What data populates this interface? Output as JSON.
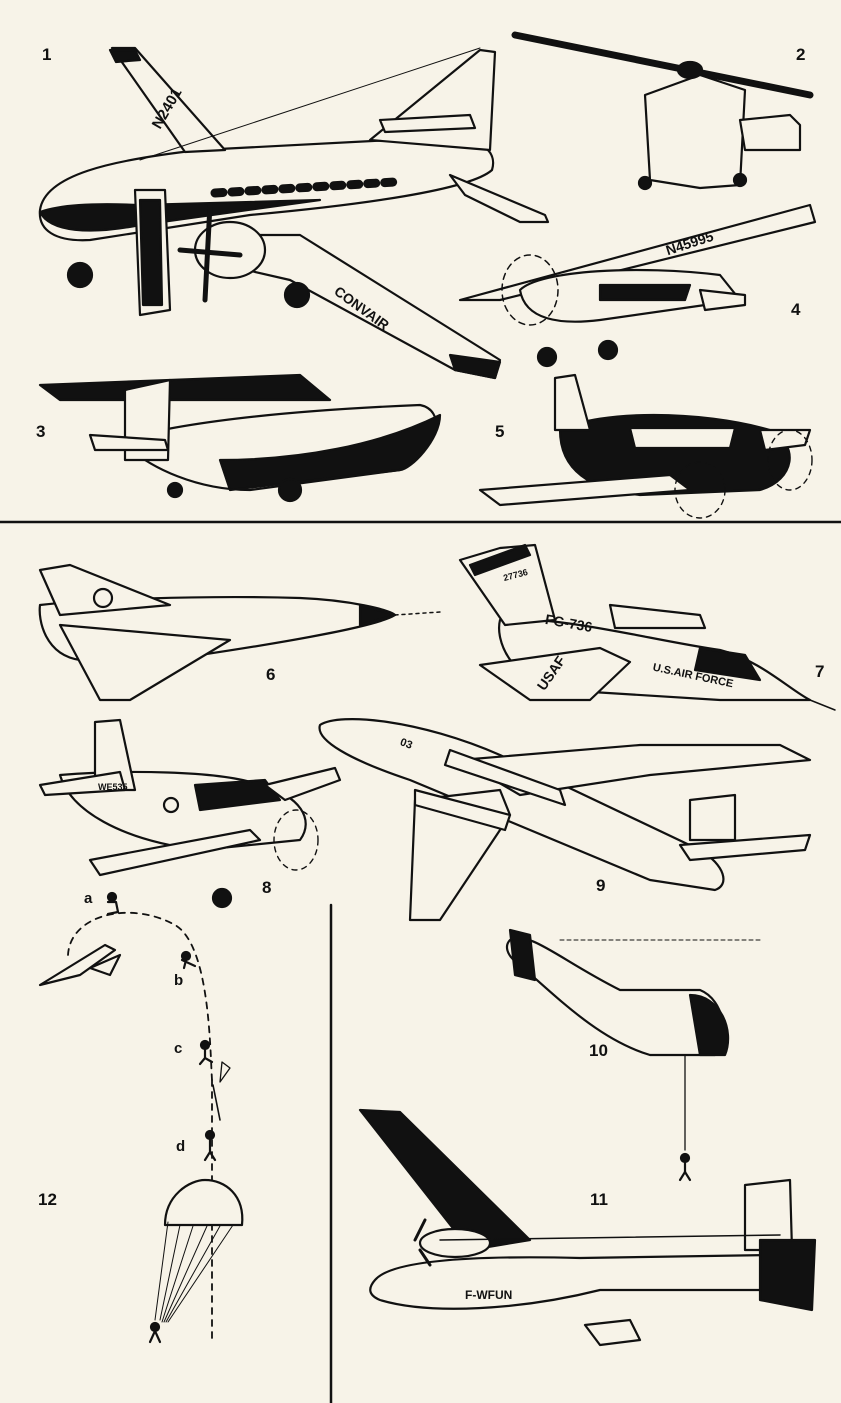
{
  "figure_numbers": [
    "1",
    "2",
    "3",
    "4",
    "5",
    "6",
    "7",
    "8",
    "9",
    "10",
    "11",
    "12"
  ],
  "sequence_letters": [
    "a",
    "b",
    "c",
    "d"
  ],
  "aircraft_markings": {
    "convair_tail": "N2401",
    "convair_wing": "CONVAIR",
    "cessna_wing": "N45995",
    "f86_tail": "27736",
    "f86_fuselage": "FG-736",
    "f86_wing": "USAF",
    "f86_nose": "U.S.AIR FORCE",
    "trainer_serial": "WE535",
    "canberra_nose": "03",
    "noratlas_fuselage": "F-WFUN"
  },
  "colors": {
    "ink": "#111111",
    "paper": "#f7f3e8"
  }
}
